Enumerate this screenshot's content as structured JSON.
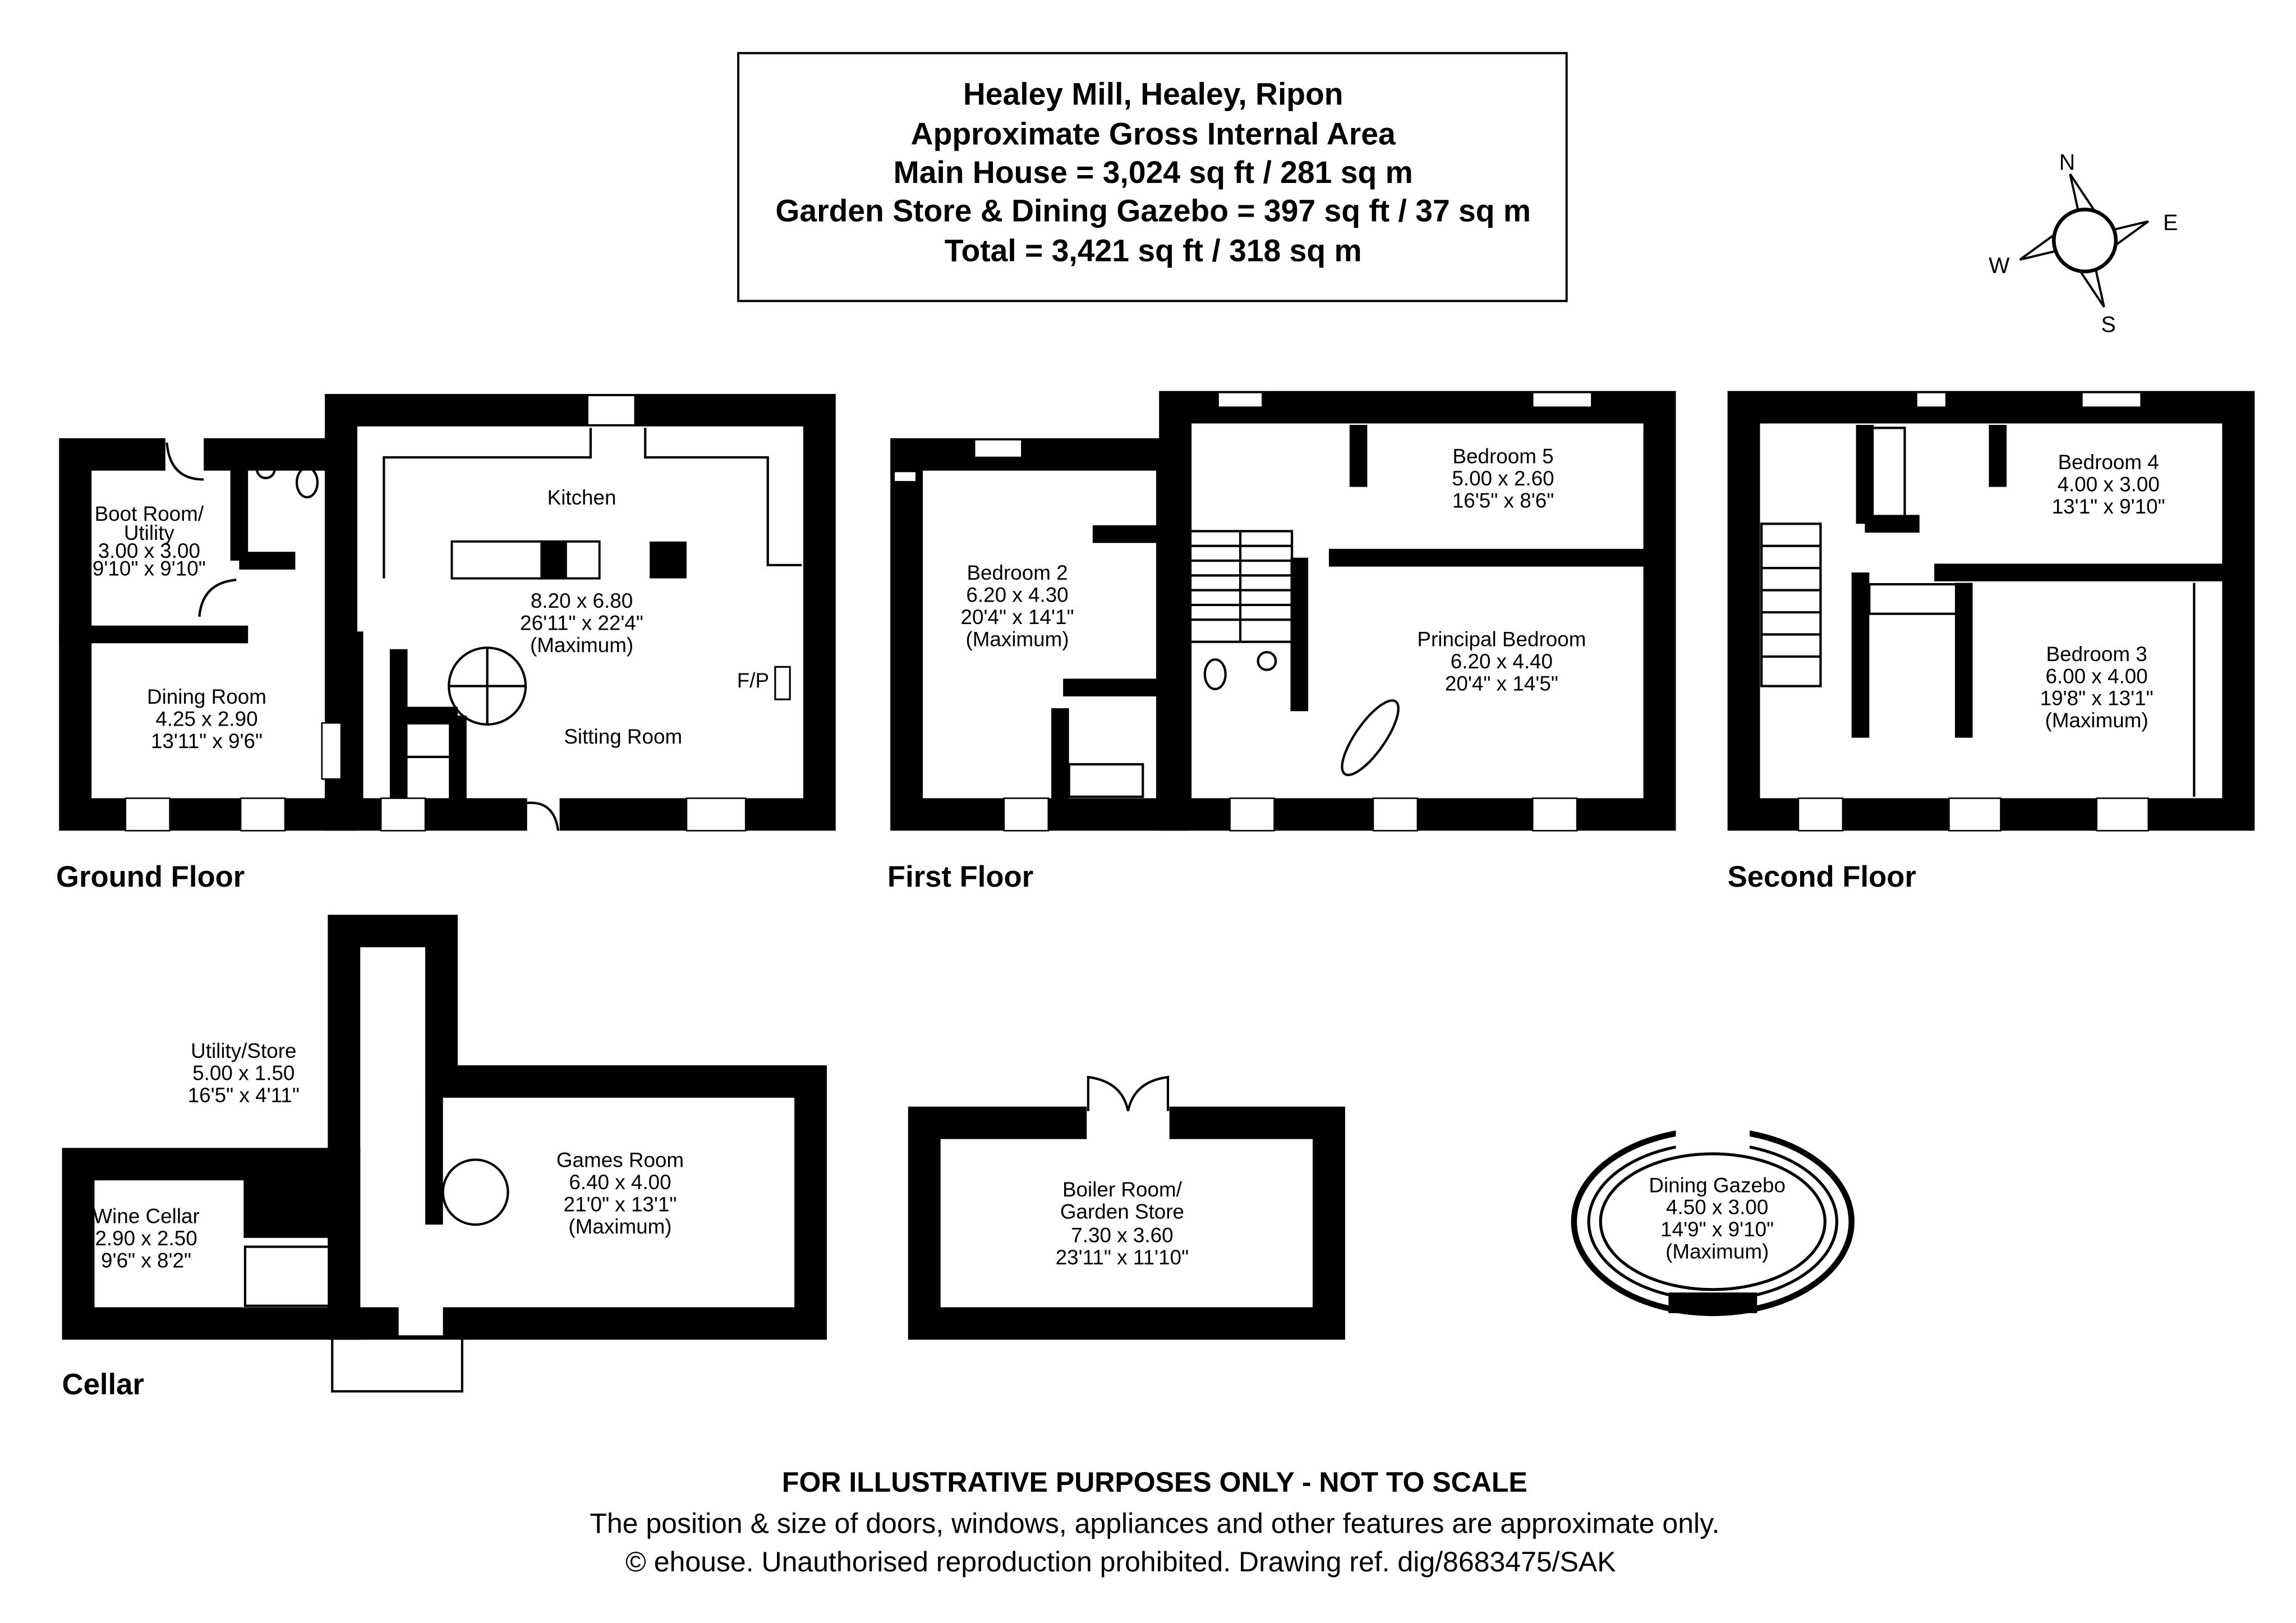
{
  "header": {
    "title": "Healey Mill, Healey, Ripon",
    "subtitle": "Approximate Gross Internal Area",
    "main_house": "Main House = 3,024 sq ft / 281 sq m",
    "outbuildings": "Garden Store & Dining Gazebo = 397 sq ft / 37 sq m",
    "total": "Total = 3,421 sq ft / 318 sq m"
  },
  "compass": {
    "n": "N",
    "e": "E",
    "s": "S",
    "w": "W"
  },
  "floors": {
    "ground": {
      "label": "Ground Floor",
      "rooms": {
        "boot_room": {
          "name1": "Boot Room/",
          "name2": "Utility",
          "metric": "3.00 x 3.00",
          "imperial": "9'10\" x 9'10\""
        },
        "kitchen": {
          "name": "Kitchen",
          "metric": "8.20 x 6.80",
          "imperial": "26'11\" x 22'4\"",
          "note": "(Maximum)"
        },
        "sitting_room": {
          "name": "Sitting Room",
          "fireplace": "F/P"
        },
        "dining_room": {
          "name": "Dining Room",
          "metric": "4.25 x 2.90",
          "imperial": "13'11\" x 9'6\""
        }
      }
    },
    "first": {
      "label": "First Floor",
      "rooms": {
        "bedroom2": {
          "name": "Bedroom 2",
          "metric": "6.20 x 4.30",
          "imperial": "20'4\" x 14'1\"",
          "note": "(Maximum)"
        },
        "bedroom5": {
          "name": "Bedroom 5",
          "metric": "5.00 x 2.60",
          "imperial": "16'5\" x 8'6\""
        },
        "principal": {
          "name": "Principal Bedroom",
          "metric": "6.20 x 4.40",
          "imperial": "20'4\" x 14'5\""
        }
      }
    },
    "second": {
      "label": "Second Floor",
      "rooms": {
        "bedroom4": {
          "name": "Bedroom 4",
          "metric": "4.00 x 3.00",
          "imperial": "13'1\" x 9'10\""
        },
        "bedroom3": {
          "name": "Bedroom 3",
          "metric": "6.00 x 4.00",
          "imperial": "19'8\" x 13'1\"",
          "note": "(Maximum)"
        }
      }
    },
    "cellar": {
      "label": "Cellar",
      "rooms": {
        "utility_store": {
          "name": "Utility/Store",
          "metric": "5.00 x 1.50",
          "imperial": "16'5\" x 4'11\""
        },
        "games_room": {
          "name": "Games Room",
          "metric": "6.40 x 4.00",
          "imperial": "21'0\" x 13'1\"",
          "note": "(Maximum)"
        },
        "wine_cellar": {
          "name": "Wine Cellar",
          "metric": "2.90 x 2.50",
          "imperial": "9'6\" x 8'2\""
        }
      }
    },
    "outbuildings": {
      "boiler_room": {
        "name1": "Boiler Room/",
        "name2": "Garden Store",
        "metric": "7.30 x 3.60",
        "imperial": "23'11\" x 11'10\""
      },
      "gazebo": {
        "name": "Dining Gazebo",
        "metric": "4.50 x 3.00",
        "imperial": "14'9\" x 9'10\"",
        "note": "(Maximum)"
      }
    }
  },
  "footer": {
    "disclaimer": "FOR ILLUSTRATIVE PURPOSES ONLY - NOT TO SCALE",
    "note": "The position & size of doors, windows, appliances and other features are approximate only.",
    "copyright": "© ehouse. Unauthorised reproduction prohibited. Drawing ref. dig/8683475/SAK"
  }
}
